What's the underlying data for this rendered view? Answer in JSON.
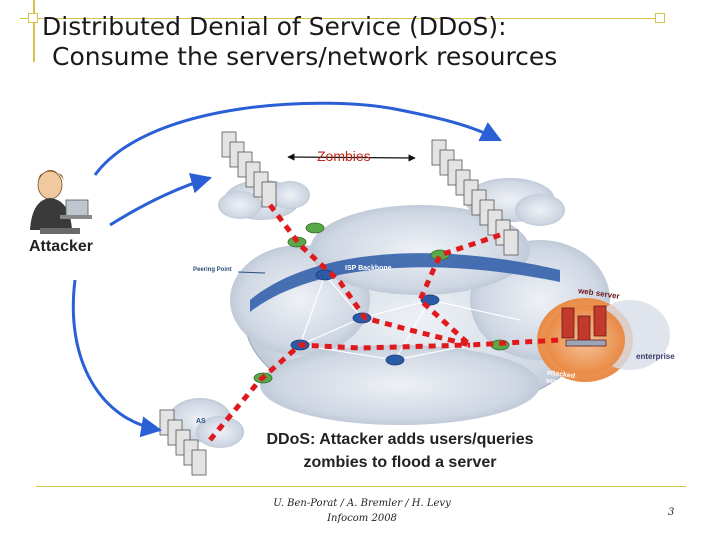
{
  "slide": {
    "title_line1": "Distributed Denial of Service (DDoS):",
    "title_line2": "Consume the servers/network resources",
    "page_number": "3"
  },
  "diagram": {
    "zombies_label": "Zombies",
    "attacker_label": "Attacker",
    "peering_point_label": "Peering Point",
    "backbone_label": "ISP Backbone",
    "web_server_label": "web server",
    "enterprise_label": "enterprise",
    "attacked_server_label": "attacked server",
    "as_label": "AS",
    "caption_line1": "DDoS: Attacker adds users/queries",
    "caption_line2": "zombies to flood a server"
  },
  "footer": {
    "authors": "U. Ben-Porat / A. Bremler / H. Levy",
    "venue": "Infocom 2008"
  },
  "colors": {
    "accent_frame": "#d4c24a",
    "attack_path": "#e0191c",
    "arrow_blue": "#2a5fd6",
    "cloud": "#cdd6e3",
    "router_green": "#5aa84a"
  }
}
